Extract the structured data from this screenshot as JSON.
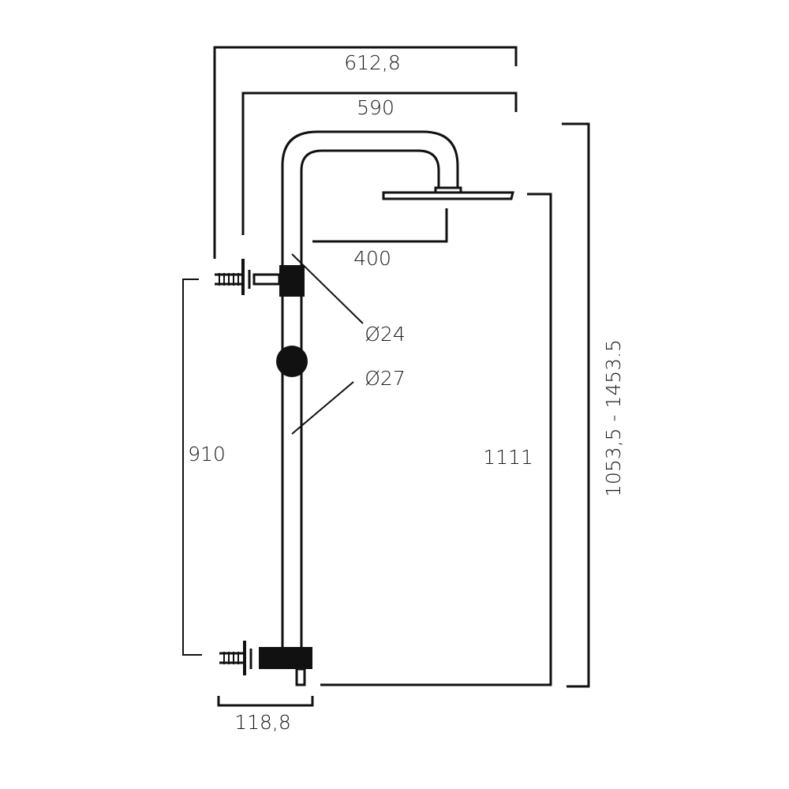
{
  "diagram": {
    "subject": "shower column technical drawing",
    "dimensions": {
      "overall_width": "612,8",
      "arm_width": "590",
      "head_offset": "400",
      "pipe_diameter_upper": "Ø24",
      "pipe_diameter_lower": "Ø27",
      "inlet_spacing": "910",
      "head_height": "1111",
      "overall_height": "1053,5 - 1453.5",
      "base_depth": "118,8"
    },
    "colors": {
      "line": "#111111",
      "fill": "#111111",
      "background": "#ffffff"
    }
  }
}
